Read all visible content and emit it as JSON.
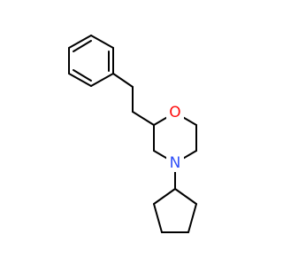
{
  "molecule": {
    "atoms": [
      {
        "id": "O",
        "label": "O",
        "color": "#FF0D0D"
      },
      {
        "id": "N",
        "label": "N",
        "color": "#3050F8"
      }
    ]
  }
}
